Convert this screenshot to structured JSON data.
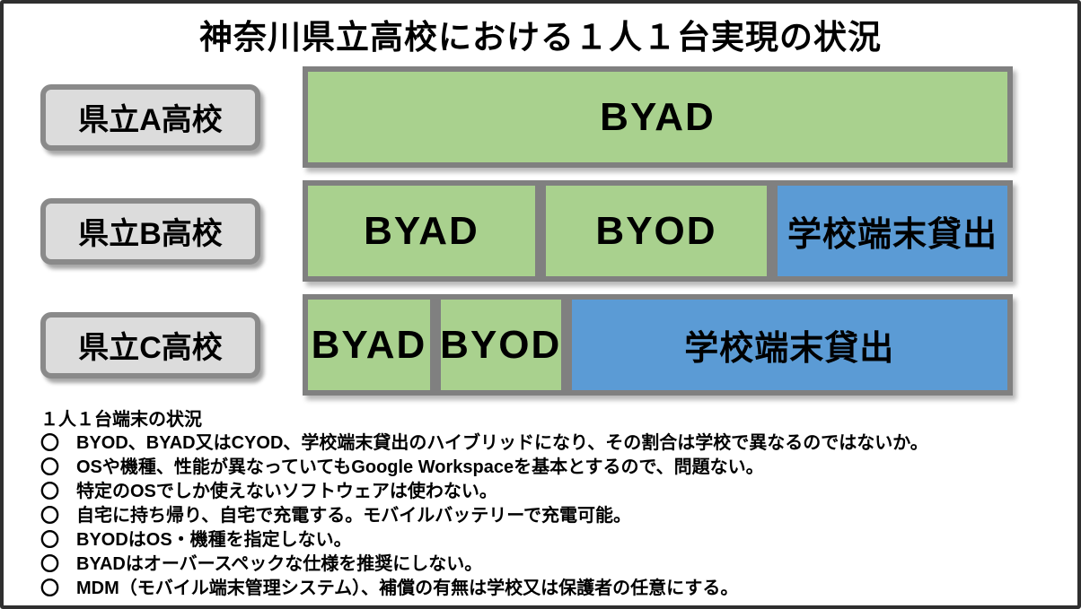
{
  "title": "神奈川県立高校における１人１台実現の状況",
  "rows": [
    {
      "name": "school-a",
      "label": "県立A高校",
      "segments": [
        {
          "name": "byad",
          "text": "BYAD",
          "color": "green",
          "share": 100
        }
      ]
    },
    {
      "name": "school-b",
      "label": "県立B高校",
      "segments": [
        {
          "name": "byad",
          "text": "BYAD",
          "color": "green",
          "share": 33.5
        },
        {
          "name": "byod",
          "text": "BYOD",
          "color": "green",
          "share": 32.6
        },
        {
          "name": "school-device-lending",
          "text": "学校端末貸出",
          "color": "blue",
          "share": 33.9
        }
      ]
    },
    {
      "name": "school-c",
      "label": "県立C高校",
      "segments": [
        {
          "name": "byad",
          "text": "BYAD",
          "color": "green",
          "share": 18.0
        },
        {
          "name": "byod",
          "text": "BYOD",
          "color": "green",
          "share": 17.7
        },
        {
          "name": "school-device-lending",
          "text": "学校端末貸出",
          "color": "blue",
          "share": 64.3
        }
      ]
    }
  ],
  "notes": {
    "heading": "１人１台端末の状況",
    "bullet": "〇",
    "items": [
      "BYOD、BYAD又はCYOD、学校端末貸出のハイブリッドになり、その割合は学校で異なるのではないか。",
      "OSや機種、性能が異なっていてもGoogle Workspaceを基本とするので、問題ない。",
      "特定のOSでしか使えないソフトウェアは使わない。",
      "自宅に持ち帰り、自宅で充電する。モバイルバッテリーで充電可能。",
      "BYODはOS・機種を指定しない。",
      "BYADはオーバースペックな仕様を推奨にしない。",
      "MDM（モバイル端末管理システム）、補償の有無は学校又は保護者の任意にする。"
    ]
  },
  "colors": {
    "green": "#a9d18e",
    "blue": "#5b9bd5",
    "segment_border": "#808080",
    "label_fill": "#dcdcdc",
    "label_border": "#8a8a8a",
    "outer_border": "#2f2f2f",
    "text": "#000000",
    "background": "#ffffff"
  }
}
